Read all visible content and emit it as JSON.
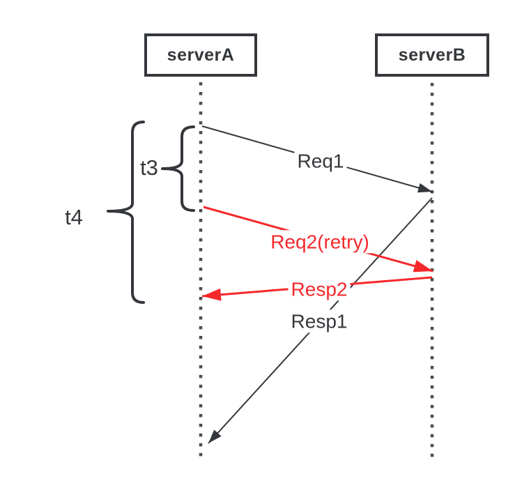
{
  "colors": {
    "bg": "#ffffff",
    "ink": "#34373b",
    "lifeline": "#4d4d4d",
    "red": "#f5282c",
    "label-bg": "#ffffff"
  },
  "actors": [
    {
      "label": "serverA"
    },
    {
      "label": "serverB"
    }
  ],
  "messages": [
    {
      "label": "Req1",
      "from": "serverA",
      "to": "serverB",
      "highlighted": false
    },
    {
      "label": "Req2(retry)",
      "from": "serverA",
      "to": "serverB",
      "highlighted": true
    },
    {
      "label": "Resp2",
      "from": "serverB",
      "to": "serverA",
      "highlighted": true
    },
    {
      "label": "Resp1",
      "from": "serverB",
      "to": "serverA",
      "highlighted": false
    }
  ],
  "intervals": [
    {
      "label": "t3"
    },
    {
      "label": "t4"
    }
  ]
}
